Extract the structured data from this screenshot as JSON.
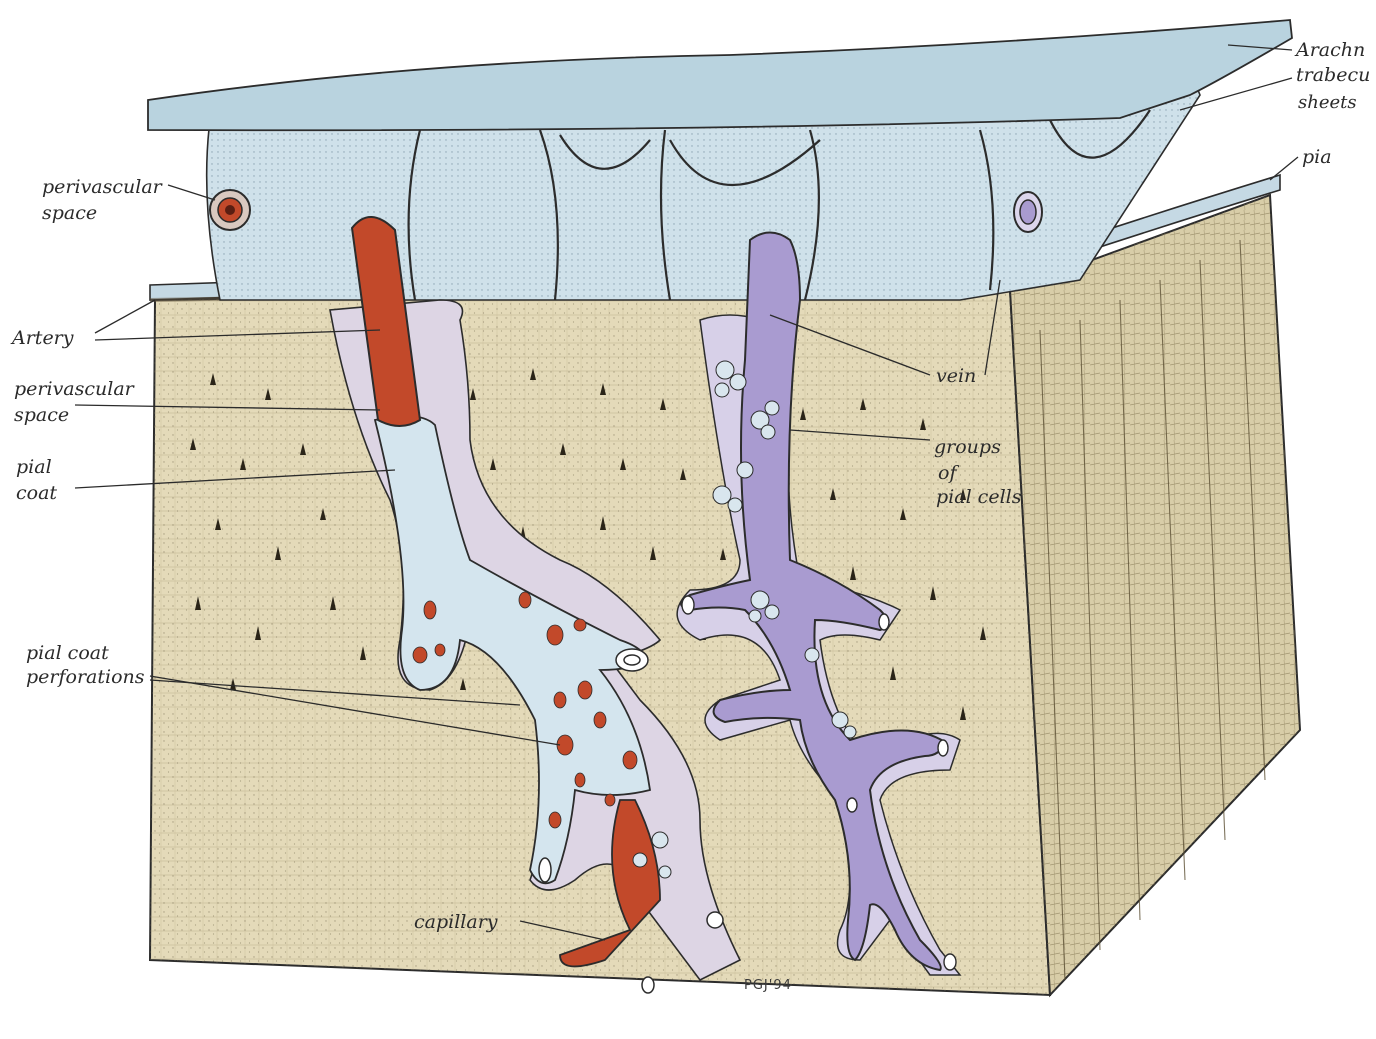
{
  "labels": {
    "arachnoid": "Arachn",
    "trabeculae": "trabecu",
    "sheets": "sheets",
    "pia": "pia",
    "perivascular_space_top_1": "perivascular",
    "perivascular_space_top_2": "space",
    "artery": "Artery",
    "perivascular_space_mid_1": "perivascular",
    "perivascular_space_mid_2": "space",
    "pial_coat_1": "pial",
    "pial_coat_2": "coat",
    "vein": "vein",
    "groups_1": "groups",
    "groups_2": "of",
    "groups_3": "pial cells",
    "perforations_1": "pial coat",
    "perforations_2": "perforations",
    "capillary": "capillary",
    "signature": "PGJ'94"
  },
  "colors": {
    "arachnoid": "#b9d3df",
    "trabecula": "#cfe1ea",
    "pia": "#c5d9e4",
    "tissue_front": "#e4dab9",
    "tissue_side": "#d8cda8",
    "artery": "#c2492a",
    "pial_coat": "#d4e5ee",
    "vein": "#a99bd0",
    "outline": "#2c2c2c"
  }
}
